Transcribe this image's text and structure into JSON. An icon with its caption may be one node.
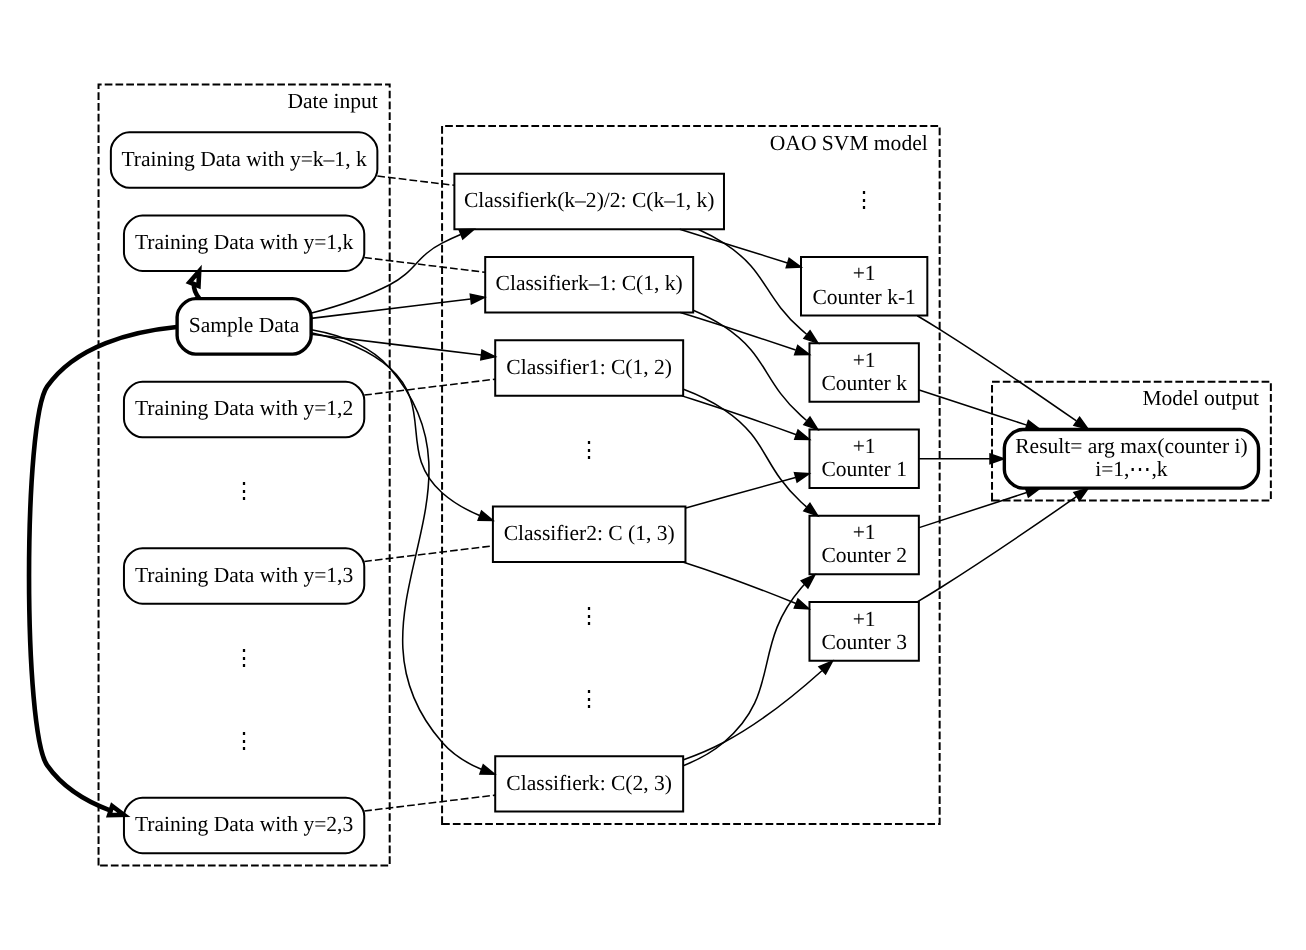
{
  "diagram": {
    "nodes": [
      {
        "text": [
          "Date input"
        ]
      },
      {
        "text": [
          "Training Data with y=1,2"
        ],
        "in": 0
      },
      {
        "text": [
          "Training Data with y=1,3"
        ],
        "in": 0
      },
      {
        "text": [
          "Training Data with y=1,k"
        ],
        "in": 0
      },
      {
        "text": [
          "Sample Data"
        ],
        "in": 0
      },
      {
        "text": [
          "Training Data with y=2,3"
        ],
        "in": 0
      },
      {
        "text": [
          "Training Data with y=k–1, k"
        ],
        "in": 0
      },
      {
        "text": [
          "OAO SVM model"
        ]
      },
      {
        "text": [
          "Classifier1: C(1, 2)"
        ],
        "in": 7
      },
      {
        "text": [
          "Classifier2: C (1, 3)"
        ],
        "in": 7
      },
      {
        "text": [
          "Classifierk–1: C(1, k)"
        ],
        "in": 7
      },
      {
        "text": [
          "Classifierk: C(2, 3)"
        ],
        "in": 7
      },
      {
        "text": [
          "Classifierk(k–2)/2: C(k–1, k)"
        ],
        "in": 7
      },
      {
        "text": [
          "+1",
          "Counter 1"
        ],
        "in": 7
      },
      {
        "text": [
          "+1",
          "Counter 2"
        ],
        "in": 7
      },
      {
        "text": [
          "+1",
          "Counter 3"
        ],
        "in": 7
      },
      {
        "text": [
          "+1",
          "Counter k-1"
        ],
        "in": 7
      },
      {
        "text": [
          "+1",
          "Counter k"
        ],
        "in": 7
      },
      {
        "text": [
          "Model output"
        ]
      },
      {
        "text": [
          "Result= arg max(counter i)",
          "i=1,⋯,k"
        ],
        "in": 18
      }
    ],
    "edges": [
      {
        "from": 4,
        "to": 3,
        "arrow": "to",
        "style": "thick"
      },
      {
        "from": 4,
        "to": 5,
        "arrow": "to",
        "style": "thick"
      },
      {
        "from": 4,
        "to": 8,
        "arrow": "to"
      },
      {
        "from": 4,
        "to": 9,
        "arrow": "to"
      },
      {
        "from": 4,
        "to": 10,
        "arrow": "to"
      },
      {
        "from": 4,
        "to": 11,
        "arrow": "to"
      },
      {
        "from": 4,
        "to": 12,
        "arrow": "to"
      },
      {
        "from": 1,
        "to": 8,
        "arrow": "none",
        "style": "dashed"
      },
      {
        "from": 2,
        "to": 9,
        "arrow": "none",
        "style": "dashed"
      },
      {
        "from": 3,
        "to": 10,
        "arrow": "none",
        "style": "dashed"
      },
      {
        "from": 5,
        "to": 11,
        "arrow": "none",
        "style": "dashed"
      },
      {
        "from": 6,
        "to": 12,
        "arrow": "none",
        "style": "dashed"
      },
      {
        "from": 8,
        "to": 13,
        "arrow": "to"
      },
      {
        "from": 8,
        "to": 14,
        "arrow": "to"
      },
      {
        "from": 9,
        "to": 13,
        "arrow": "to"
      },
      {
        "from": 9,
        "to": 15,
        "arrow": "to"
      },
      {
        "from": 10,
        "to": 13,
        "arrow": "to"
      },
      {
        "from": 10,
        "to": 17,
        "arrow": "to"
      },
      {
        "from": 11,
        "to": 14,
        "arrow": "to"
      },
      {
        "from": 11,
        "to": 15,
        "arrow": "to"
      },
      {
        "from": 12,
        "to": 16,
        "arrow": "to"
      },
      {
        "from": 12,
        "to": 17,
        "arrow": "to"
      },
      {
        "from": 13,
        "to": 19,
        "arrow": "to"
      },
      {
        "from": 14,
        "to": 19,
        "arrow": "to"
      },
      {
        "from": 15,
        "to": 19,
        "arrow": "to"
      },
      {
        "from": 16,
        "to": 19,
        "arrow": "to"
      },
      {
        "from": 17,
        "to": 19,
        "arrow": "to"
      }
    ],
    "labels": [
      "⋮",
      "⋮",
      "⋮",
      "⋮",
      "⋮",
      "⋮",
      "⋮"
    ]
  }
}
